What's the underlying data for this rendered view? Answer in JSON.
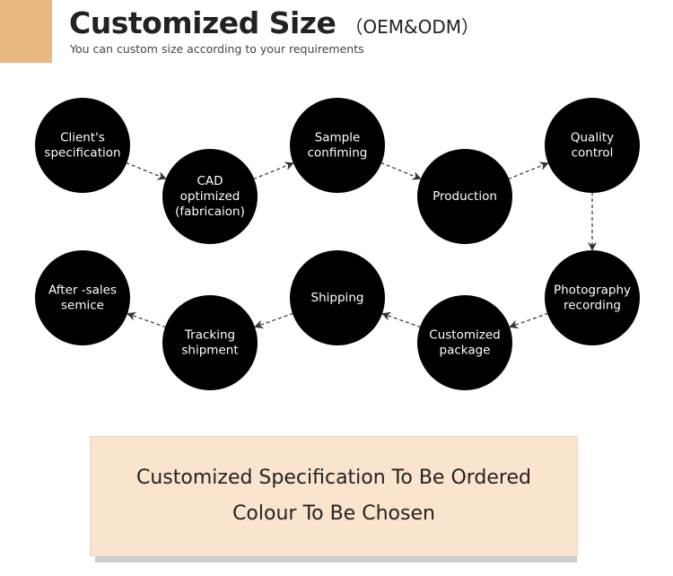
{
  "header": {
    "title": "Customized Size",
    "title_suffix": "（OEM&ODM）",
    "subtitle": "You can custom size according to your requirements"
  },
  "flow": {
    "steps": [
      {
        "id": "clients-specification",
        "lines": [
          "Client's",
          "specification"
        ]
      },
      {
        "id": "cad-optimized",
        "lines": [
          "CAD",
          "optimized",
          "(fabricaion)"
        ]
      },
      {
        "id": "sample-confirming",
        "lines": [
          "Sample",
          "confiming"
        ]
      },
      {
        "id": "production",
        "lines": [
          "Production"
        ]
      },
      {
        "id": "quality-control",
        "lines": [
          "Quality",
          "control"
        ]
      },
      {
        "id": "photography-recording",
        "lines": [
          "Photography",
          "recording"
        ]
      },
      {
        "id": "customized-package",
        "lines": [
          "Customized",
          "package"
        ]
      },
      {
        "id": "shipping",
        "lines": [
          "Shipping"
        ]
      },
      {
        "id": "tracking-shipment",
        "lines": [
          "Tracking",
          "shipment"
        ]
      },
      {
        "id": "after-sales-service",
        "lines": [
          "After -sales",
          "semice"
        ]
      }
    ],
    "node_color": "#000000",
    "connector_color": "#333333"
  },
  "note": {
    "lines": [
      "Customized Specification To Be Ordered",
      "Colour To Be Chosen"
    ],
    "background": "#fbe4cd"
  },
  "colors": {
    "accent": "#e8b880"
  }
}
